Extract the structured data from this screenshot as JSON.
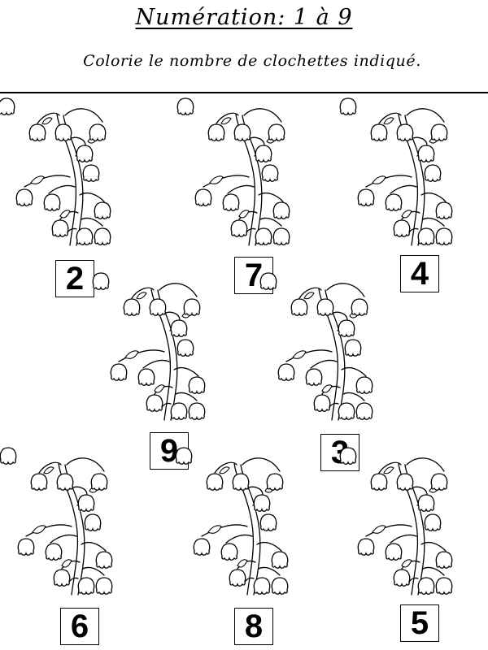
{
  "header": {
    "title": "Numération: 1 à 9",
    "instruction": "Colorie le nombre de clochettes indiqué."
  },
  "numbers": [
    "2",
    "7",
    "4",
    "9",
    "3",
    "6",
    "8",
    "5"
  ],
  "colors": {
    "ink": "#000000",
    "paper": "#ffffff"
  },
  "icons": {
    "plant": "lily-of-the-valley-icon"
  }
}
